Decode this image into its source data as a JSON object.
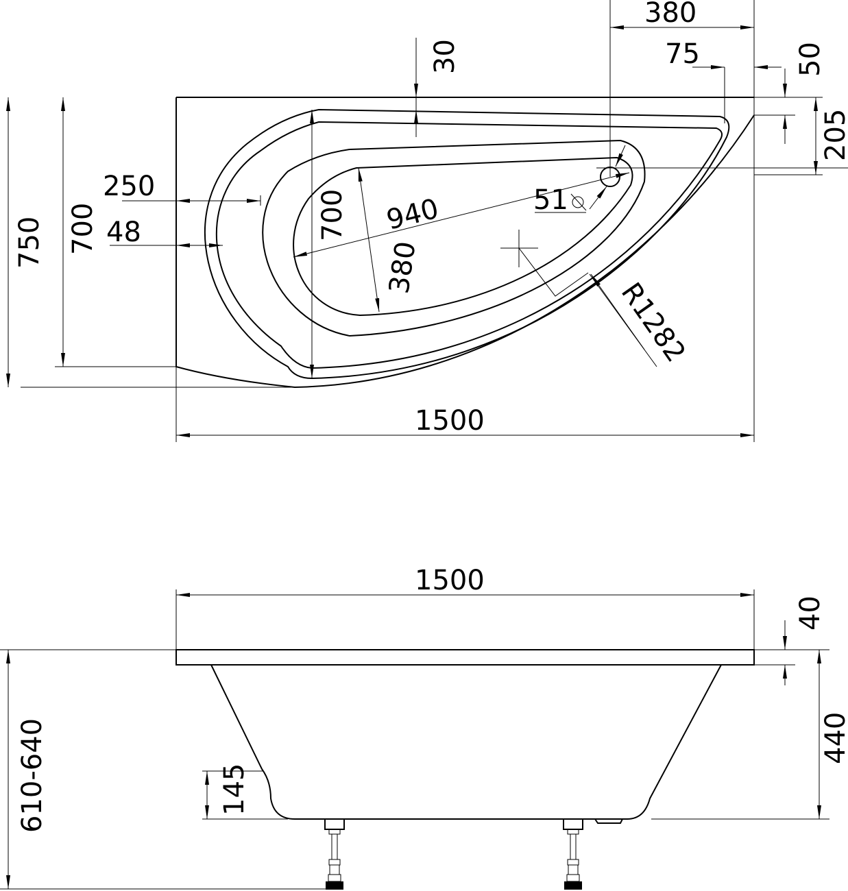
{
  "top_view": {
    "dims": {
      "width_top": "380",
      "offset_75": "75",
      "offset_50": "50",
      "rim_30": "30",
      "offset_205": "205",
      "overall_depth": "750",
      "depth_700": "700",
      "rim_250": "250",
      "rim_48": "48",
      "inner_700": "700",
      "inner_940": "940",
      "inner_380": "380",
      "drain_51": "51",
      "radius": "R1282",
      "overall_length": "1500"
    }
  },
  "side_view": {
    "dims": {
      "overall_length": "1500",
      "rim_40": "40",
      "height_440": "440",
      "total_height": "610-640",
      "step_145": "145"
    }
  }
}
